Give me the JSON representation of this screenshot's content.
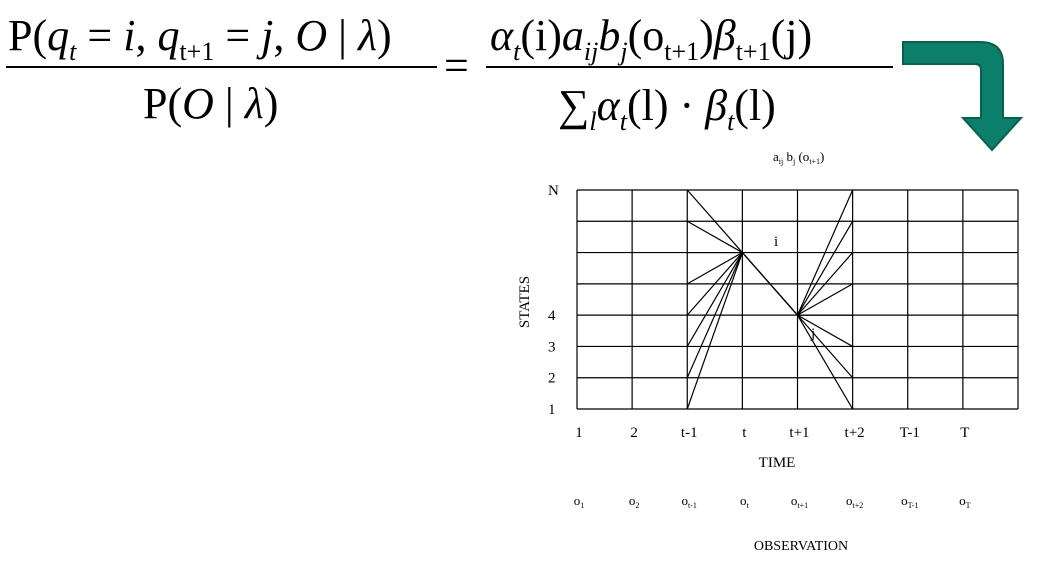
{
  "equation": {
    "lhs_num": {
      "p": "P",
      "open": "(",
      "q1": "q",
      "s1": "t",
      "eq1": " = ",
      "i": "i",
      "comma1": ", ",
      "q2": "q",
      "s2": "t+1",
      "eq2": " = ",
      "j": "j",
      "comma2": ", ",
      "o": "O",
      "bar": " | ",
      "lambda": "λ",
      "close": ")"
    },
    "lhs_den": {
      "p": "P",
      "open": "(",
      "o": "O",
      "bar": " | ",
      "lambda": "λ",
      "close": ")"
    },
    "equals": "=",
    "rhs_num": {
      "alpha": "α",
      "as": "t",
      "ai": "(i)",
      "a": "a",
      "aij": "ij",
      "b": "b",
      "bj": "j",
      "ob": "(o",
      "obs": "t+1",
      "obc": ")",
      "beta": "β",
      "bs": "t+1",
      "bjj": "(j)"
    },
    "rhs_den": {
      "sum": "∑",
      "sumsub": "l",
      "alpha": "α",
      "as": "t",
      "al": "(l)",
      "dot": " · ",
      "beta": "β",
      "bs": "t",
      "bl": "(l)"
    }
  },
  "arrow": {
    "color": "#0b7f6a",
    "edge_color": "#0a5f50"
  },
  "trellis": {
    "top_label": {
      "a": "a",
      "a_sub": "ij",
      "b": " b",
      "b_sub": "j",
      "o": " (o",
      "o_sub": "t+1",
      "close": ")"
    },
    "ylabel": "STATES",
    "xlabel": "TIME",
    "obs_label": "OBSERVATION",
    "state_labels": [
      "N",
      "4",
      "3",
      "2",
      "1"
    ],
    "time_labels": [
      "1",
      "2",
      "t-1",
      "t",
      "t+1",
      "t+2",
      "T-1",
      "T"
    ],
    "obs_symbols": [
      {
        "o": "o",
        "sub": "1"
      },
      {
        "o": "o",
        "sub": "2"
      },
      {
        "o": "o",
        "sub": "t-1"
      },
      {
        "o": "o",
        "sub": "t"
      },
      {
        "o": "o",
        "sub": "t+1"
      },
      {
        "o": "o",
        "sub": "t+2"
      },
      {
        "o": "o",
        "sub": "T-1"
      },
      {
        "o": "o",
        "sub": "T"
      }
    ],
    "node_i": "i",
    "node_j": "j",
    "columns": 8,
    "state_rows": 8,
    "i_state_level": 6,
    "j_state_level": 4
  }
}
